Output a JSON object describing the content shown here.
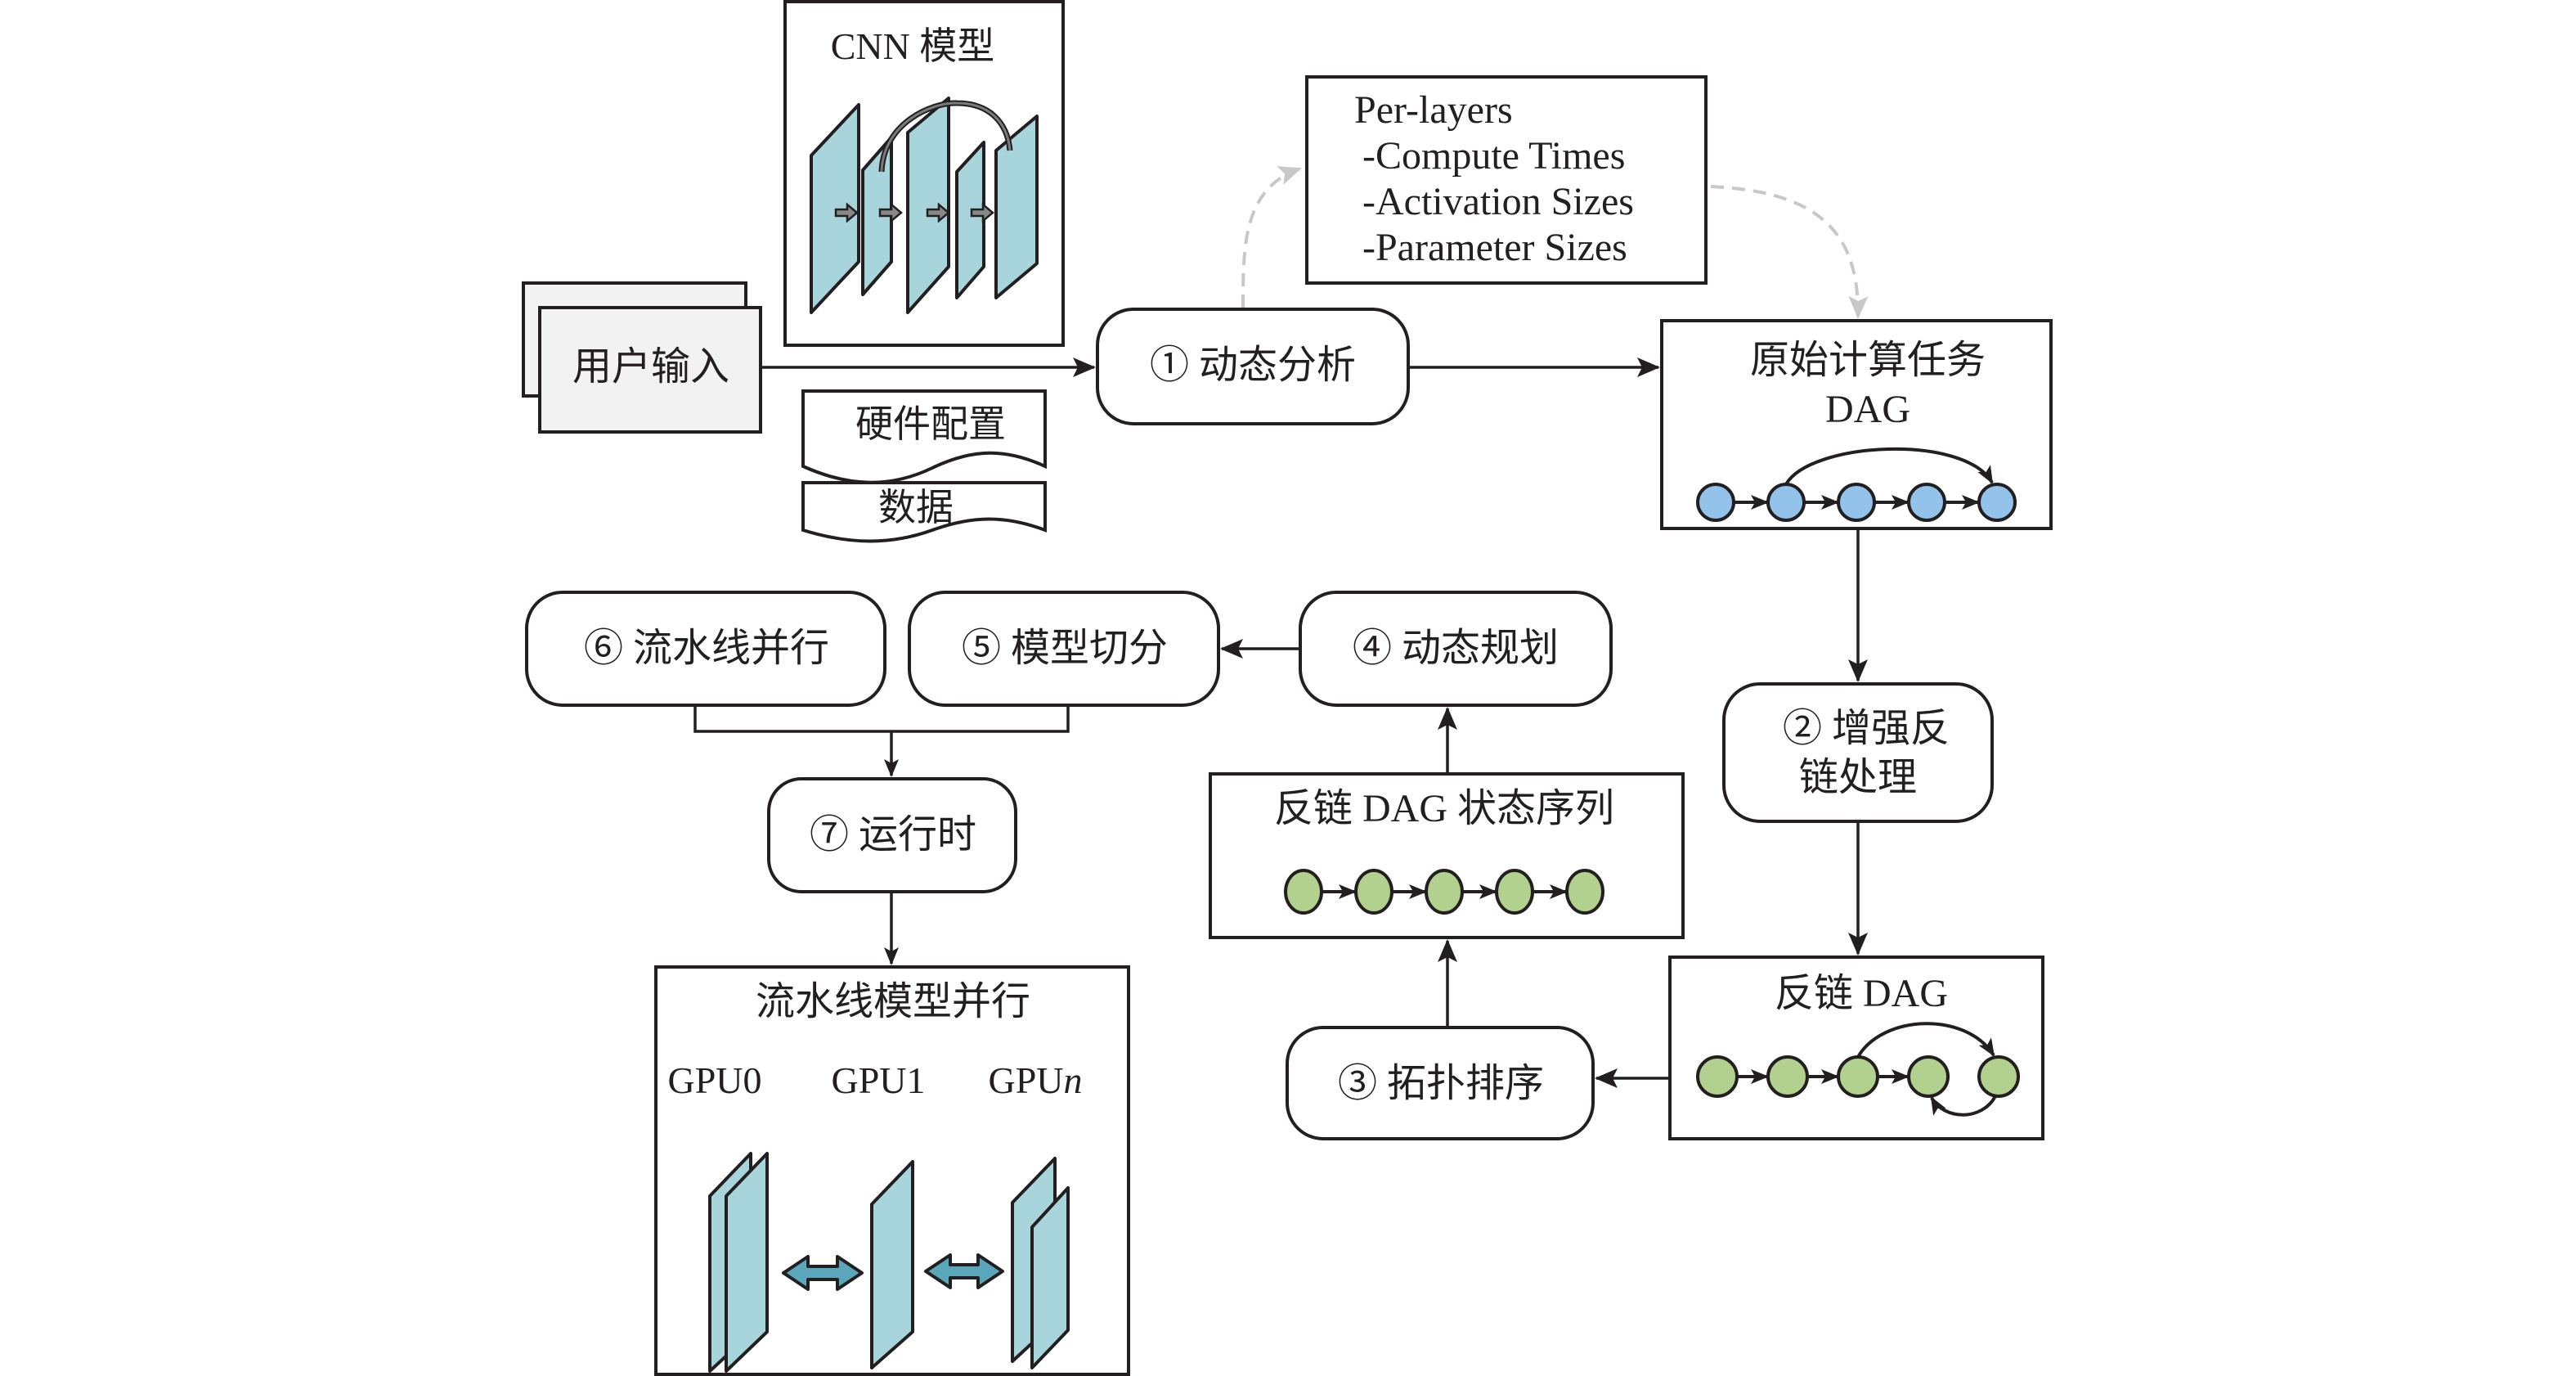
{
  "colors": {
    "ink": "#231f20",
    "input_fill": "#f2f2f2",
    "layer_panel": "#a8d5dc",
    "transfer_arrow": "#5aa7bb",
    "dag_node_blue": "#93c3ea",
    "dag_node_green": "#b3d18e",
    "dashed_arrow": "#c8c8c8"
  },
  "cnn_model": {
    "title": "CNN 模型",
    "layer_count": 5
  },
  "user_input": {
    "label": "用户输入"
  },
  "hardware_config": {
    "label": "硬件配置"
  },
  "data_doc": {
    "label": "数据"
  },
  "profile_output": {
    "title": "Per-layers",
    "items": [
      "-Compute Times",
      "-Activation Sizes",
      "-Parameter Sizes"
    ]
  },
  "steps": {
    "s1": {
      "label": "① 动态分析"
    },
    "s2": {
      "line1": "② 增强反",
      "line2": "链处理"
    },
    "s3": {
      "label": "③ 拓扑排序"
    },
    "s4": {
      "label": "④ 动态规划"
    },
    "s5": {
      "label": "⑤ 模型切分"
    },
    "s6": {
      "label": "⑥ 流水线并行"
    },
    "s7": {
      "label": "⑦ 运行时"
    }
  },
  "original_dag": {
    "line1": "原始计算任务",
    "line2": "DAG",
    "node_count": 5
  },
  "antichain_dag": {
    "title": "反链 DAG",
    "node_count": 5
  },
  "antichain_sequence": {
    "title": "反链 DAG 状态序列",
    "node_count": 5
  },
  "pipeline_parallel": {
    "title": "流水线模型并行",
    "gpus": [
      {
        "name": "GPU0",
        "suffix": ""
      },
      {
        "name": "GPU1",
        "suffix": ""
      },
      {
        "name": "GPU",
        "suffix": "n"
      }
    ]
  }
}
